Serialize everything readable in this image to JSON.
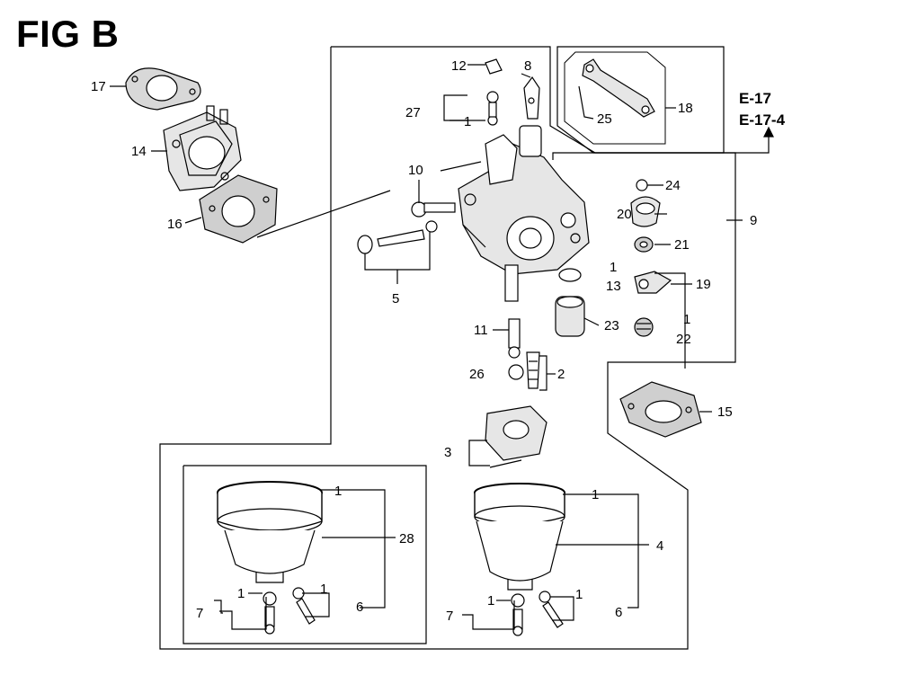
{
  "figure": {
    "title": "FIG B"
  },
  "references": [
    "E-17",
    "E-17-4"
  ],
  "callouts": {
    "c1": "1",
    "c2": "2",
    "c3": "3",
    "c4": "4",
    "c5": "5",
    "c6": "6",
    "c7": "7",
    "c8": "8",
    "c9": "9",
    "c10": "10",
    "c11": "11",
    "c12": "12",
    "c13": "13",
    "c14": "14",
    "c15": "15",
    "c16": "16",
    "c17": "17",
    "c18": "18",
    "c19": "19",
    "c20": "20",
    "c21": "21",
    "c22": "22",
    "c23": "23",
    "c24": "24",
    "c25": "25",
    "c26": "26",
    "c27": "27",
    "c28": "28"
  },
  "colors": {
    "ink": "#000000",
    "paper": "#ffffff",
    "shade": "#d8d8d8"
  }
}
